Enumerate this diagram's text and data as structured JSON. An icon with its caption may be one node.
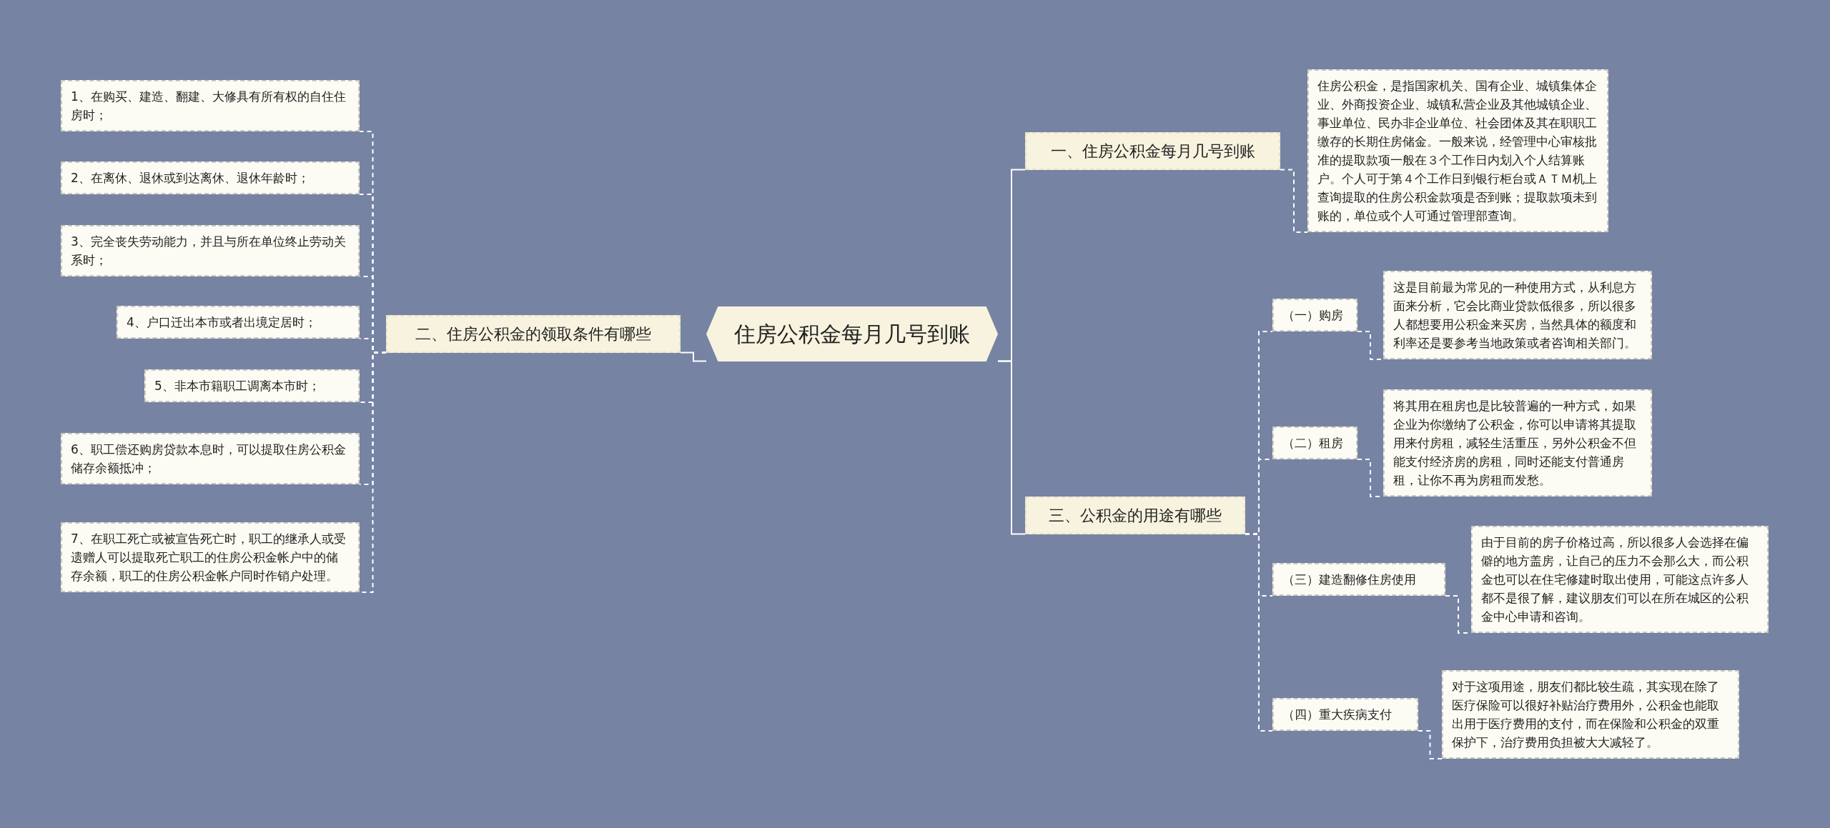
{
  "diagram": {
    "nodes": [
      {
        "text": [
          "住房公积金每月几号到账"
        ]
      },
      {
        "text": [
          "一、住房公积金每月几号到账"
        ]
      },
      {
        "text": [
          "住房公积金，是指国家机关、国有企业、城镇集体企业、外商投资企业、城镇私营企业及其他城镇企业、事业单位、民办非企业单位、社会团体及其在职职工缴存的长期住房储金。一般来说，经管理中心审核批准的提取款项一般在３个工作日内划入个人结算账户。个人可于第４个工作日到银行柜台或ＡＴＭ机上查询提取的住房公积金款项是否到账；提取款项未到账的，单位或个人可通过管理部查询。"
        ]
      },
      {
        "text": [
          "二、住房公积金的领取条件有哪些"
        ]
      },
      {
        "text": [
          "1、在购买、建造、翻建、大修具有所有权的自住住房时；"
        ]
      },
      {
        "text": [
          "2、在离休、退休或到达离休、退休年龄时；"
        ]
      },
      {
        "text": [
          "3、完全丧失劳动能力，并且与所在单位终止劳动关系时；"
        ]
      },
      {
        "text": [
          "4、户口迁出本市或者出境定居时；"
        ]
      },
      {
        "text": [
          "5、非本市籍职工调离本市时；"
        ]
      },
      {
        "text": [
          "6、职工偿还购房贷款本息时，可以提取住房公积金储存余额抵冲；"
        ]
      },
      {
        "text": [
          "7、在职工死亡或被宣告死亡时，职工的继承人或受遗赠人可以提取死亡职工的住房公积金帐户中的储存余额，职工的住房公积金帐户同时作销户处理。"
        ]
      },
      {
        "text": [
          "三、公积金的用途有哪些"
        ]
      },
      {
        "text": [
          "（一）购房"
        ]
      },
      {
        "text": [
          "这是目前最为常见的一种使用方式，从利息方面来分析，它会比商业贷款低很多，所以很多人都想要用公积金来买房，当然具体的额度和利率还是要参考当地政策或者咨询相关部门。"
        ]
      },
      {
        "text": [
          "（二）租房"
        ]
      },
      {
        "text": [
          "将其用在租房也是比较普遍的一种方式，如果企业为你缴纳了公积金，你可以申请将其提取用来付房租，减轻生活重压，另外公积金不但能支付经济房的房租，同时还能支付普通房租，让你不再为房租而发愁。"
        ]
      },
      {
        "text": [
          "（三）建造翻修住房使用"
        ]
      },
      {
        "text": [
          "由于目前的房子价格过高，所以很多人会选择在偏僻的地方盖房，让自己的压力不会那么大，而公积金也可以在住宅修建时取出使用，可能这点许多人都不是很了解，建议朋友们可以在所在城区的公积金中心申请和咨询。"
        ]
      },
      {
        "text": [
          "（四）重大疾病支付"
        ]
      },
      {
        "text": [
          "对于这项用途，朋友们都比较生疏，其实现在除了医疗保险可以很好补贴治疗费用外，公积金也能取出用于医疗费用的支付，而在保险和公积金的双重保护下，治疗费用负担被大大减轻了。"
        ]
      }
    ],
    "edges": [
      {
        "from": 0,
        "to": 1,
        "arrow": "none"
      },
      {
        "from": 1,
        "to": 2,
        "arrow": "none",
        "style": "dashed"
      },
      {
        "from": 0,
        "to": 3,
        "arrow": "none"
      },
      {
        "from": 3,
        "to": 4,
        "arrow": "none",
        "style": "dashed"
      },
      {
        "from": 3,
        "to": 5,
        "arrow": "none",
        "style": "dashed"
      },
      {
        "from": 3,
        "to": 6,
        "arrow": "none",
        "style": "dashed"
      },
      {
        "from": 3,
        "to": 7,
        "arrow": "none",
        "style": "dashed"
      },
      {
        "from": 3,
        "to": 8,
        "arrow": "none",
        "style": "dashed"
      },
      {
        "from": 3,
        "to": 9,
        "arrow": "none",
        "style": "dashed"
      },
      {
        "from": 3,
        "to": 10,
        "arrow": "none",
        "style": "dashed"
      },
      {
        "from": 0,
        "to": 11,
        "arrow": "none"
      },
      {
        "from": 11,
        "to": 12,
        "arrow": "none",
        "style": "dashed"
      },
      {
        "from": 12,
        "to": 13,
        "arrow": "none",
        "style": "dashed"
      },
      {
        "from": 11,
        "to": 14,
        "arrow": "none",
        "style": "dashed"
      },
      {
        "from": 14,
        "to": 15,
        "arrow": "none",
        "style": "dashed"
      },
      {
        "from": 11,
        "to": 16,
        "arrow": "none",
        "style": "dashed"
      },
      {
        "from": 16,
        "to": 17,
        "arrow": "none",
        "style": "dashed"
      },
      {
        "from": 11,
        "to": 18,
        "arrow": "none",
        "style": "dashed"
      },
      {
        "from": 18,
        "to": 19,
        "arrow": "none",
        "style": "dashed"
      }
    ]
  }
}
